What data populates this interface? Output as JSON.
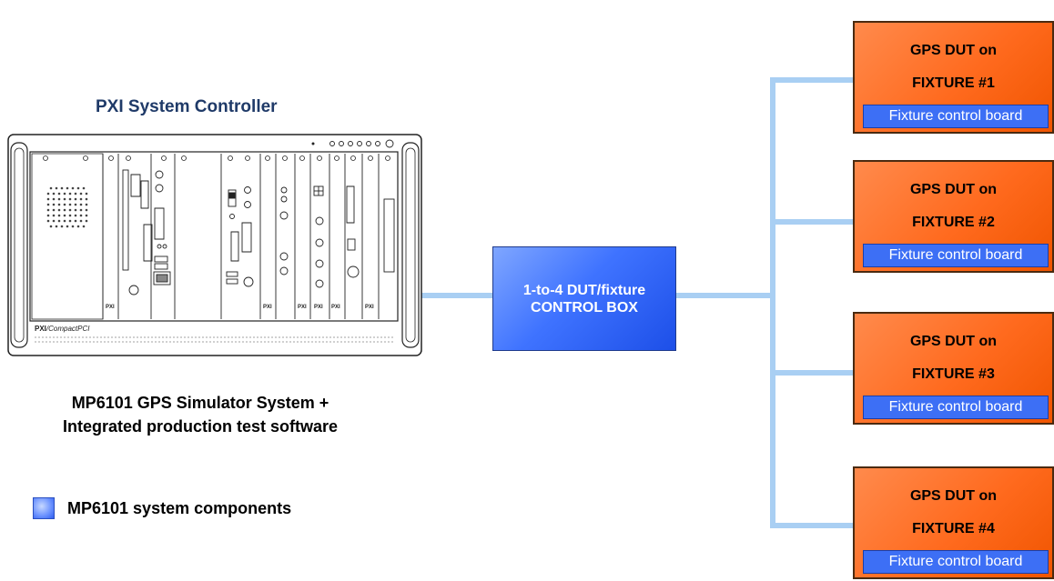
{
  "pxi_title": "PXI System Controller",
  "chassis": {
    "logo_bold": "PXI",
    "logo_italic": "/CompactPCI",
    "slot_label": "PXI"
  },
  "caption": {
    "line1": "MP6101 GPS Simulator System +",
    "line2": "Integrated production test software"
  },
  "control_box": {
    "line1": "1-to-4 DUT/fixture",
    "line2": "CONTROL BOX"
  },
  "fixtures": [
    {
      "line1": "GPS DUT on",
      "line2": "FIXTURE #1",
      "board": "Fixture control board"
    },
    {
      "line1": "GPS DUT on",
      "line2": "FIXTURE #2",
      "board": "Fixture control board"
    },
    {
      "line1": "GPS DUT on",
      "line2": "FIXTURE #3",
      "board": "Fixture control board"
    },
    {
      "line1": "GPS DUT on",
      "line2": "FIXTURE #4",
      "board": "Fixture control board"
    }
  ],
  "legend": {
    "label": "MP6101 system components"
  },
  "colors": {
    "connector": "#a9cff3",
    "component_blue": "#3f73ff",
    "fixture_orange": "#ff6a1e",
    "title_navy": "#1f3a68"
  }
}
